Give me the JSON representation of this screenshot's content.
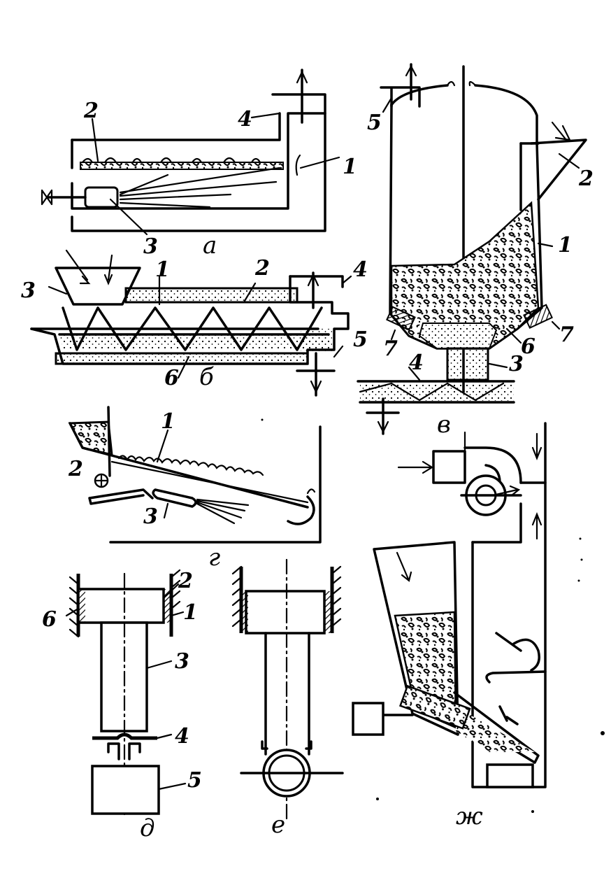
{
  "figures": {
    "a": {
      "caption": "а",
      "labels": [
        "1",
        "2",
        "3",
        "4"
      ]
    },
    "b": {
      "caption": "б",
      "labels": [
        "1",
        "2",
        "3",
        "4",
        "5",
        "6"
      ]
    },
    "v": {
      "caption": "в",
      "labels": [
        "1",
        "2",
        "3",
        "4",
        "5",
        "6",
        "7",
        "7"
      ]
    },
    "g": {
      "caption": "г",
      "labels": [
        "1",
        "2",
        "3"
      ]
    },
    "d": {
      "caption": "д",
      "labels": [
        "1",
        "2",
        "3",
        "4",
        "5",
        "6"
      ]
    },
    "e": {
      "caption": "е"
    },
    "zh": {
      "caption": "ж"
    }
  }
}
